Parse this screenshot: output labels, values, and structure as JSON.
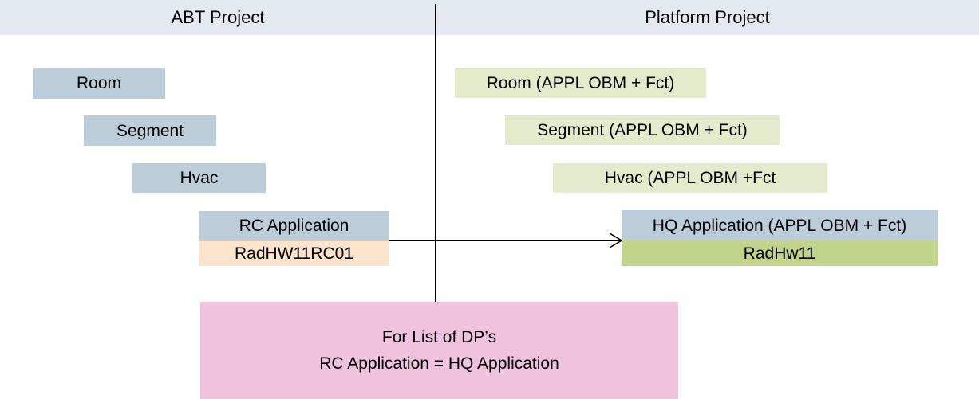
{
  "header": {
    "left_title": "ABT Project",
    "right_title": "Platform Project"
  },
  "colors": {
    "header_band": "#e4e9ef",
    "blue_box": "#bdccd9",
    "green_box": "#e4ebcd",
    "olive_box": "#c2d48c",
    "orange_box": "#fce3cb",
    "pink_box": "#efc2de",
    "line": "#000000"
  },
  "left_column": {
    "nodes": [
      {
        "label": "Room"
      },
      {
        "label": "Segment"
      },
      {
        "label": "Hvac"
      },
      {
        "label": "RC Application"
      },
      {
        "label": "RadHW11RC01"
      }
    ]
  },
  "right_column": {
    "nodes": [
      {
        "label": "Room (APPL OBM + Fct)"
      },
      {
        "label": "Segment (APPL OBM + Fct)"
      },
      {
        "label": "Hvac (APPL OBM +Fct"
      },
      {
        "label": "HQ Application  (APPL OBM + Fct)"
      },
      {
        "label": "RadHw11"
      }
    ]
  },
  "note": {
    "line1": "For List of DP’s",
    "line2": "RC Application  =  HQ Application"
  }
}
